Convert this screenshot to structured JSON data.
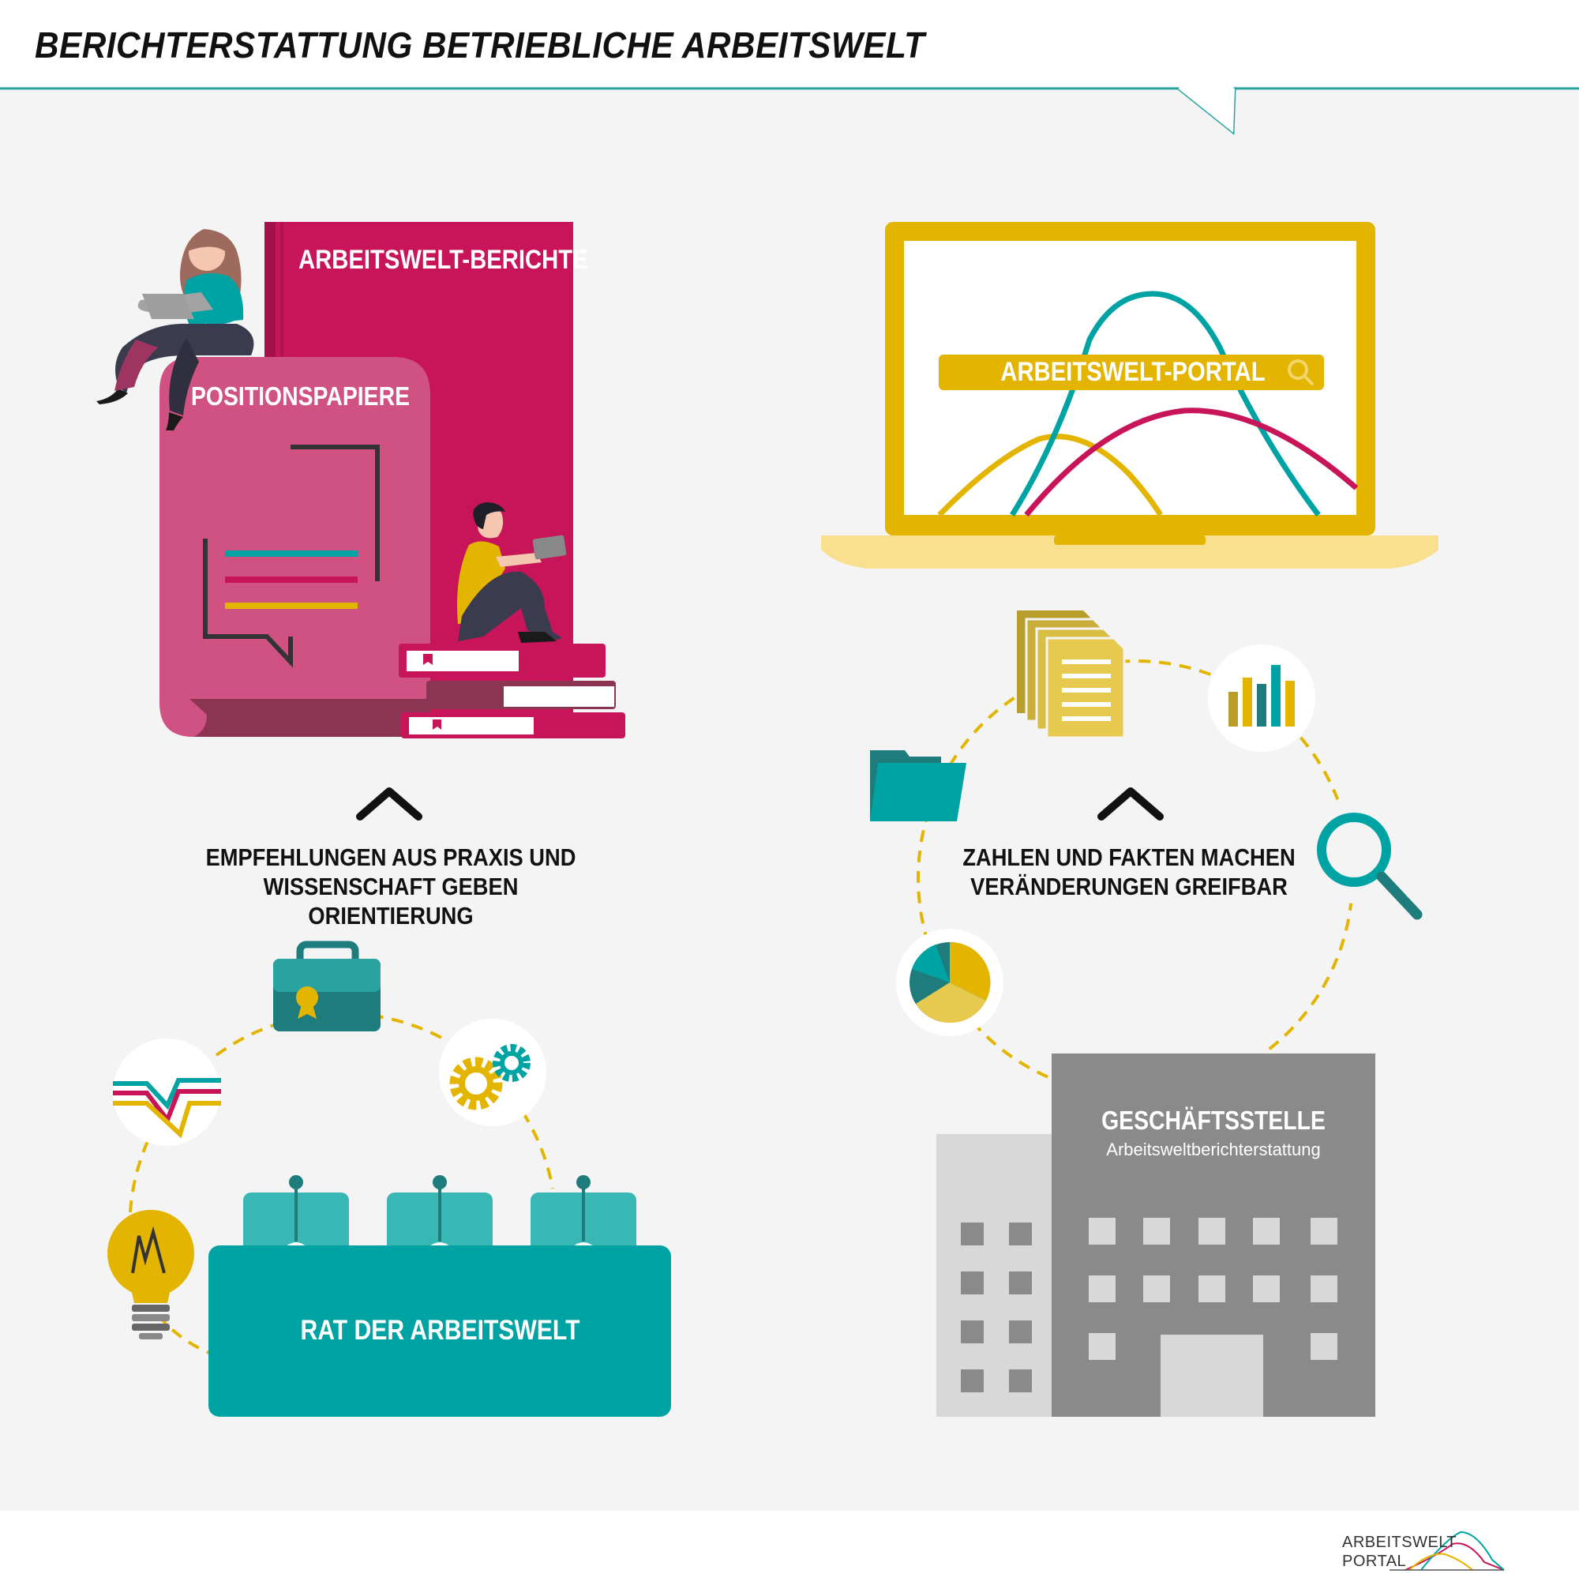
{
  "title": "BERICHTERSTATTUNG BETRIEBLICHE ARBEITSWELT",
  "labels": {
    "arbeitswelt_berichte": "ARBEITSWELT-BERICHTE",
    "positionspapiere": "POSITIONSPAPIERE",
    "arbeitswelt_portal": "ARBEITSWELT-PORTAL",
    "rat_der_arbeitswelt": "RAT DER ARBEITSWELT",
    "geschaeftsstelle": "GESCHÄFTSSTELLE",
    "geschaeftsstelle_sub": "Arbeitsweltberichterstattung"
  },
  "captions": {
    "left_line1": "EMPFEHLUNGEN AUS PRAXIS UND",
    "left_line2": "WISSENSCHAFT GEBEN ORIENTIERUNG",
    "right_line1": "ZAHLEN UND FAKTEN MACHEN",
    "right_line2": "VERÄNDERUNGEN GREIFBAR"
  },
  "logo": {
    "line1": "ARBEITSWELT",
    "line2": "PORTAL"
  },
  "icons": [
    "woman-laptop-illustration",
    "man-tablet-illustration",
    "book-stack-icon",
    "speech-bubble-icon",
    "search-icon",
    "documents-icon",
    "bar-chart-icon",
    "folder-icon",
    "magnifier-icon",
    "pie-chart-icon",
    "briefcase-icon",
    "gears-icon",
    "trend-lines-icon",
    "lightbulb-icon",
    "chevron-up-icon",
    "building-icon"
  ],
  "colors": {
    "magenta": "#C8155A",
    "pink": "#D05282",
    "teal": "#00A3A3",
    "yellow": "#E3B500",
    "gray": "#8A8A8A",
    "background": "#F4F4F4"
  }
}
